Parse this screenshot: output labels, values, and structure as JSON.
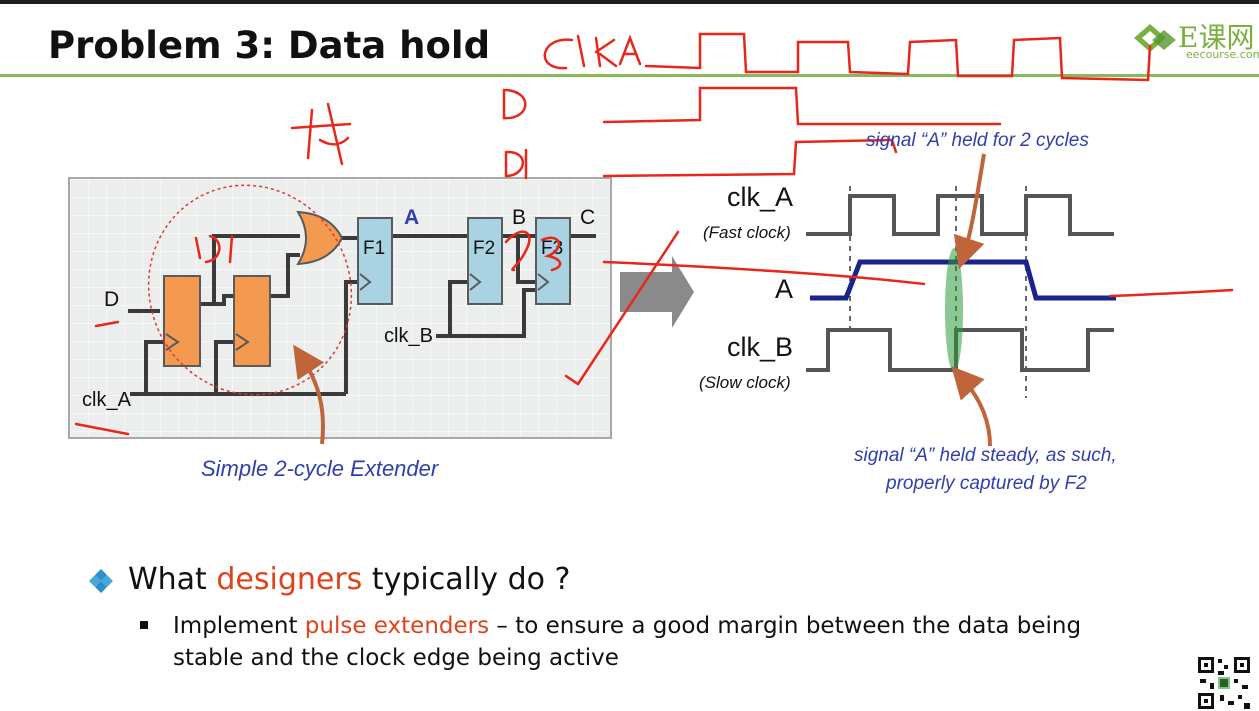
{
  "slide": {
    "title": "Problem 3: Data hold",
    "brand": {
      "name": "E课网",
      "url": "eecourse.com",
      "colors": {
        "green": "#7bb040"
      }
    },
    "circuit": {
      "input_label": "D",
      "clock_label": "clk_A",
      "node_labels": [
        "A",
        "B",
        "C"
      ],
      "flop_labels": [
        "F1",
        "F2",
        "F3"
      ],
      "clk_b_label": "clk_B",
      "caption": "Simple 2-cycle Extender"
    },
    "timing": {
      "clk_a_label": "clk_A",
      "clk_a_note": "(Fast clock)",
      "signal_label": "A",
      "clk_b_label": "clk_B",
      "clk_b_note": "(Slow clock)",
      "top_note": "signal “A” held for 2 cycles",
      "bottom_note_line1": "signal “A” held steady, as such,",
      "bottom_note_line2": "properly captured by F2"
    },
    "bullet": {
      "prefix": "What ",
      "highlight": "designers",
      "suffix": " typically do ?",
      "sub_prefix": "Implement ",
      "sub_highlight": "pulse extenders",
      "sub_suffix": " – to ensure a good margin between the data being stable and the clock edge being active"
    },
    "handwriting": {
      "top_clk_label": "clk A",
      "mark_1": "D",
      "mark_2": "D1"
    },
    "colors": {
      "accent_rule": "#8cb85c",
      "highlight": "#e0431c",
      "caption_blue": "#2f3fb0",
      "flop_orange": "#f39a50",
      "flop_blue": "#a9d2e3",
      "ink_red": "#e8261a"
    },
    "icons": [
      "diamond-bullet-icon",
      "square-bullet-icon",
      "eecourse-logo-icon",
      "qr-code-icon",
      "right-arrow-icon"
    ]
  }
}
